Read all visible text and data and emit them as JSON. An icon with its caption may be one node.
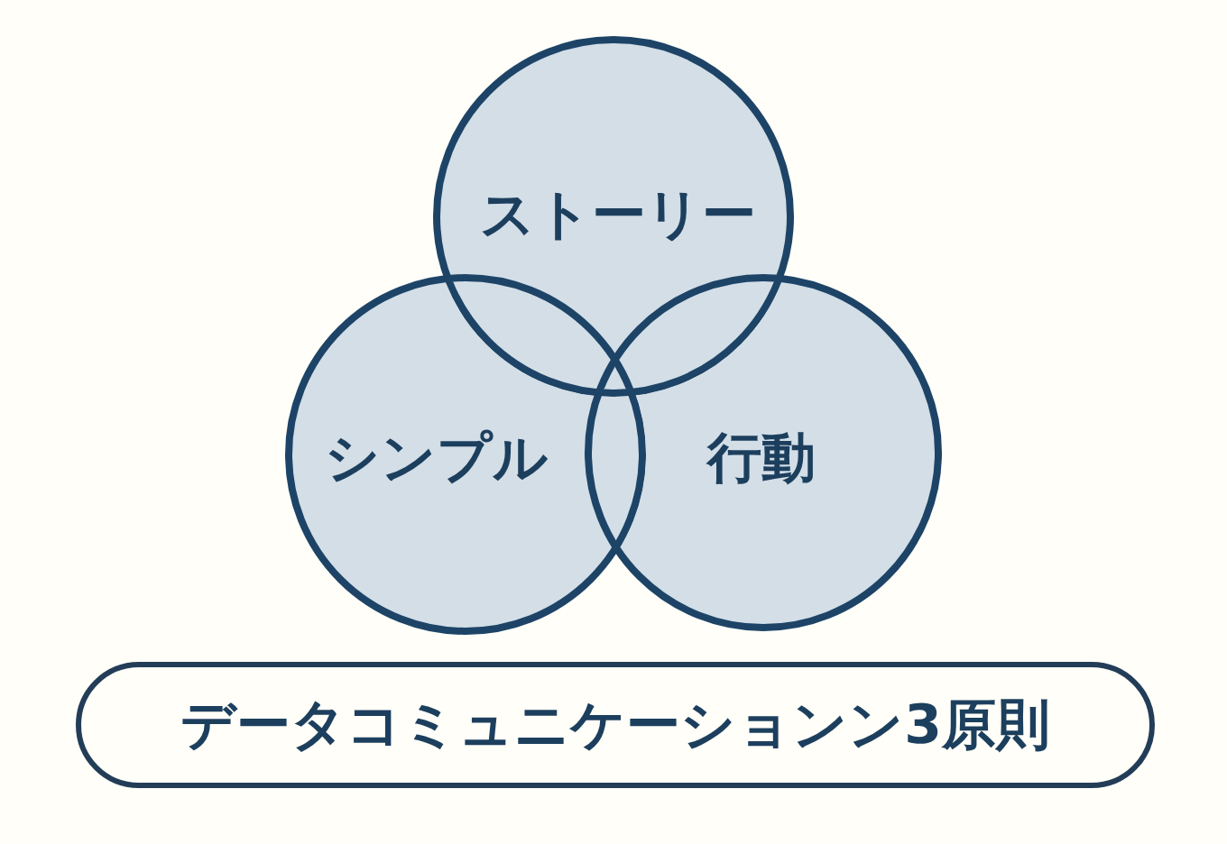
{
  "diagram": {
    "nodes": [
      {
        "text": [
          "ストーリー"
        ]
      },
      {
        "text": [
          "シンプル"
        ]
      },
      {
        "text": [
          "行動"
        ]
      },
      {
        "text": [
          "データコミュニケーションン3原則"
        ]
      }
    ],
    "edges": []
  }
}
